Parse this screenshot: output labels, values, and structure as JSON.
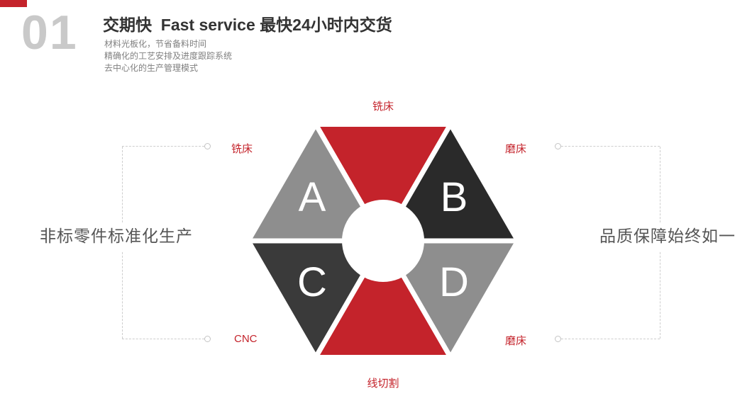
{
  "accent_color": "#c4232b",
  "header": {
    "index": "01",
    "title": "交期快  Fast service 最快24小时内交货",
    "points": [
      "材料光板化，节省备料时间",
      "精确化的工艺安排及进度跟踪系统",
      "去中心化的生产管理模式"
    ]
  },
  "diagram": {
    "label_color": "#c4232b",
    "segments": {
      "top": {
        "label": "铣床",
        "color": "#c4232b"
      },
      "upper_left": {
        "letter": "A",
        "label": "铣床",
        "color": "#8e8e8e"
      },
      "upper_right": {
        "letter": "B",
        "label": "磨床",
        "color": "#2a2a2a"
      },
      "lower_left": {
        "letter": "C",
        "label": "CNC",
        "color": "#3a3a3a"
      },
      "lower_right": {
        "letter": "D",
        "label": "磨床",
        "color": "#8e8e8e"
      },
      "bottom": {
        "label": "线切割",
        "color": "#c4232b"
      }
    }
  },
  "captions": {
    "left": "非标零件标准化生产",
    "right": "品质保障始终如一"
  }
}
